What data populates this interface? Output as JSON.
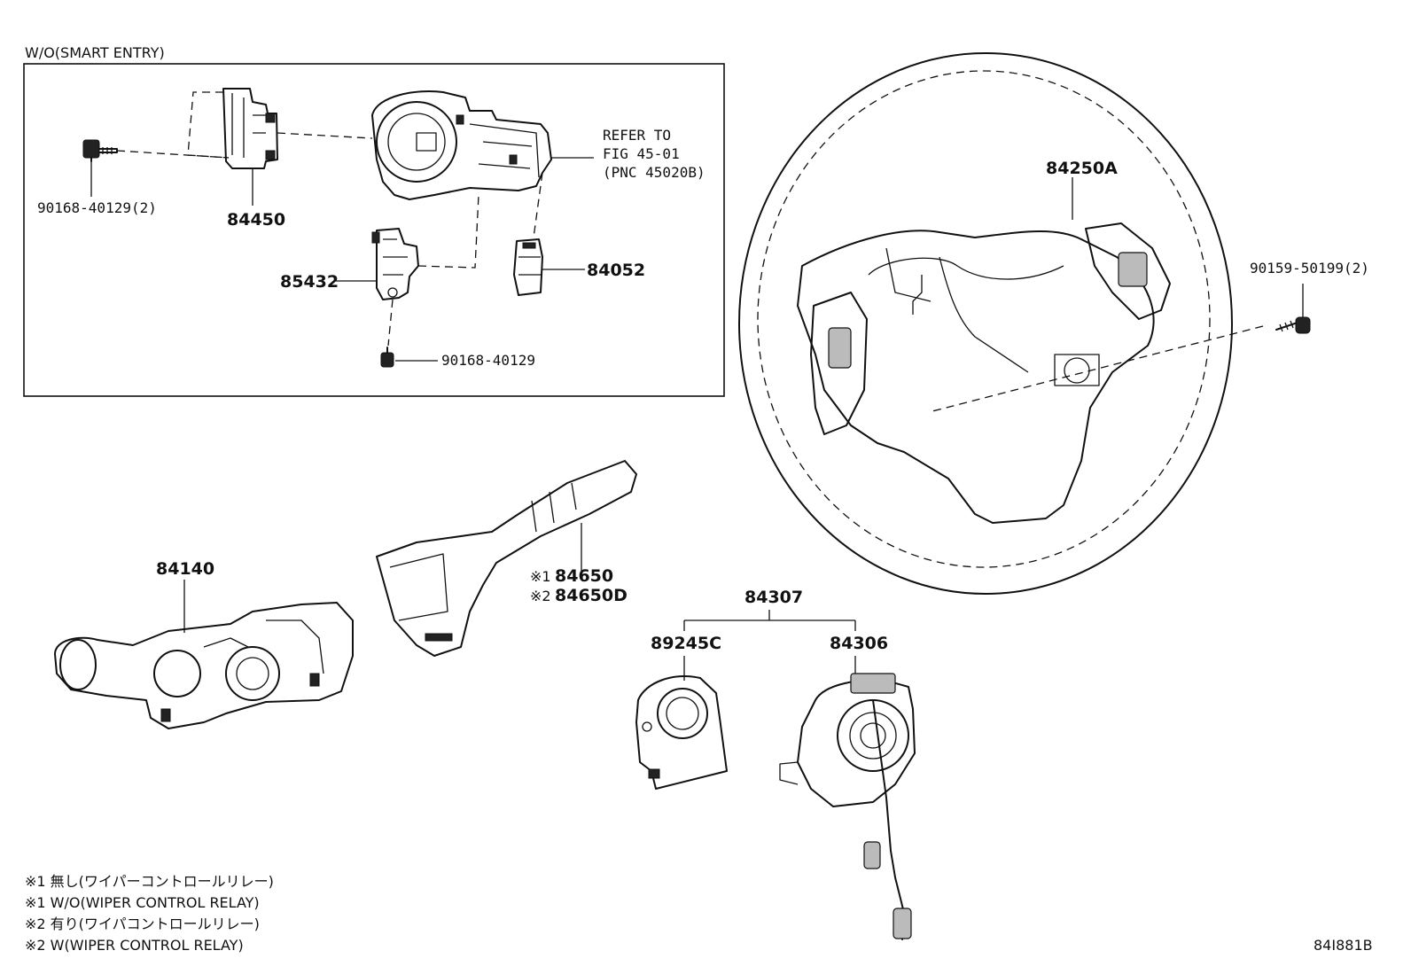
{
  "box_caption": "W/O(SMART ENTRY)",
  "refer_note": [
    "REFER TO",
    "FIG 45-01",
    "(PNC 45020B)"
  ],
  "parts": {
    "p90168_40129_2": "90168-40129(2)",
    "p84450": "84450",
    "p85432": "85432",
    "p84052": "84052",
    "p90168_40129": "90168-40129",
    "p84250A": "84250A",
    "p90159_50199_2": "90159-50199(2)",
    "p84140": "84140",
    "p84650": "84650",
    "p84650D": "84650D",
    "p84307": "84307",
    "p89245C": "89245C",
    "p84306": "84306"
  },
  "variant_marks": {
    "m1": "※1",
    "m2": "※2"
  },
  "notes": [
    "※1 無し(ワイパーコントロールリレー)",
    "※1 W/O(WIPER CONTROL RELAY)",
    "※2 有り(ワイパコントロールリレー)",
    "※2 W(WIPER CONTROL RELAY)"
  ],
  "figure_id": "84I881B"
}
